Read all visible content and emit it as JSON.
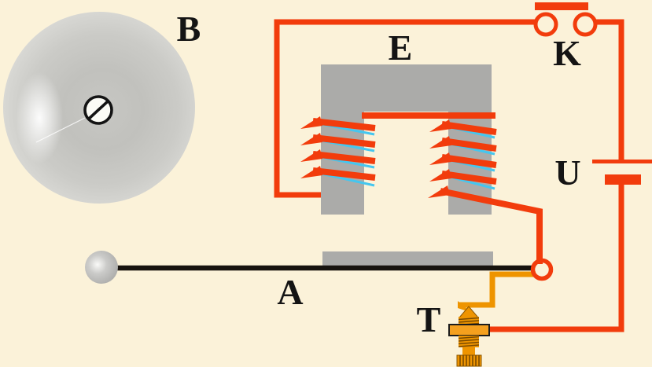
{
  "diagram": {
    "labels": {
      "bell": "B",
      "electromagnet": "E",
      "switch": "K",
      "battery": "U",
      "contact_screw": "T",
      "armature": "A"
    },
    "colors": {
      "background": "#FBF2D9",
      "wire_red": "#F23C0C",
      "wire_orange": "#EE9400",
      "coil_back_blue": "#45C6EF",
      "core_gray": "#ABABA9",
      "armature_black": "#17130E",
      "label_black": "#141414"
    }
  }
}
